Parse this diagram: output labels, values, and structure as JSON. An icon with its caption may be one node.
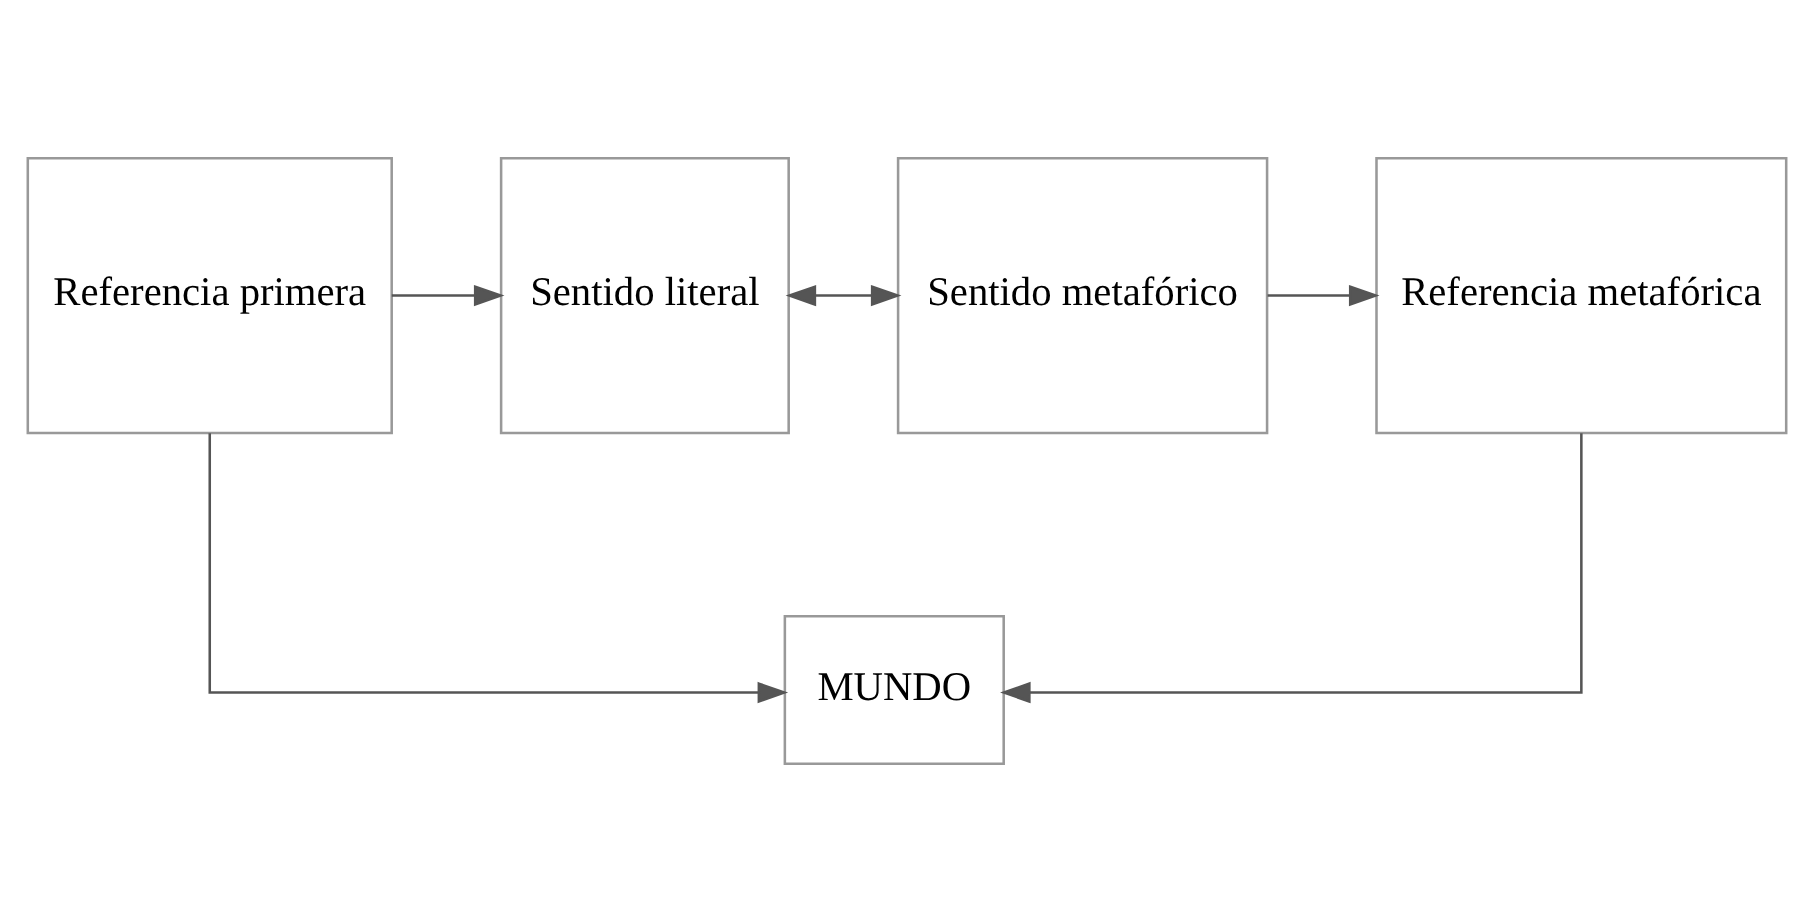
{
  "diagram": {
    "nodes": [
      {
        "text": [
          "Referencia primera"
        ]
      },
      {
        "text": [
          "Sentido literal"
        ]
      },
      {
        "text": [
          "Sentido metafórico"
        ]
      },
      {
        "text": [
          "Referencia metafórica"
        ]
      },
      {
        "text": [
          "MUNDO"
        ]
      }
    ],
    "edges": [
      {
        "from": 0,
        "to": 1,
        "arrow": "to"
      },
      {
        "from": 1,
        "to": 2,
        "arrow": "both"
      },
      {
        "from": 2,
        "to": 3,
        "arrow": "to"
      },
      {
        "from": 0,
        "to": 4,
        "arrow": "to"
      },
      {
        "from": 3,
        "to": 4,
        "arrow": "to"
      }
    ]
  }
}
